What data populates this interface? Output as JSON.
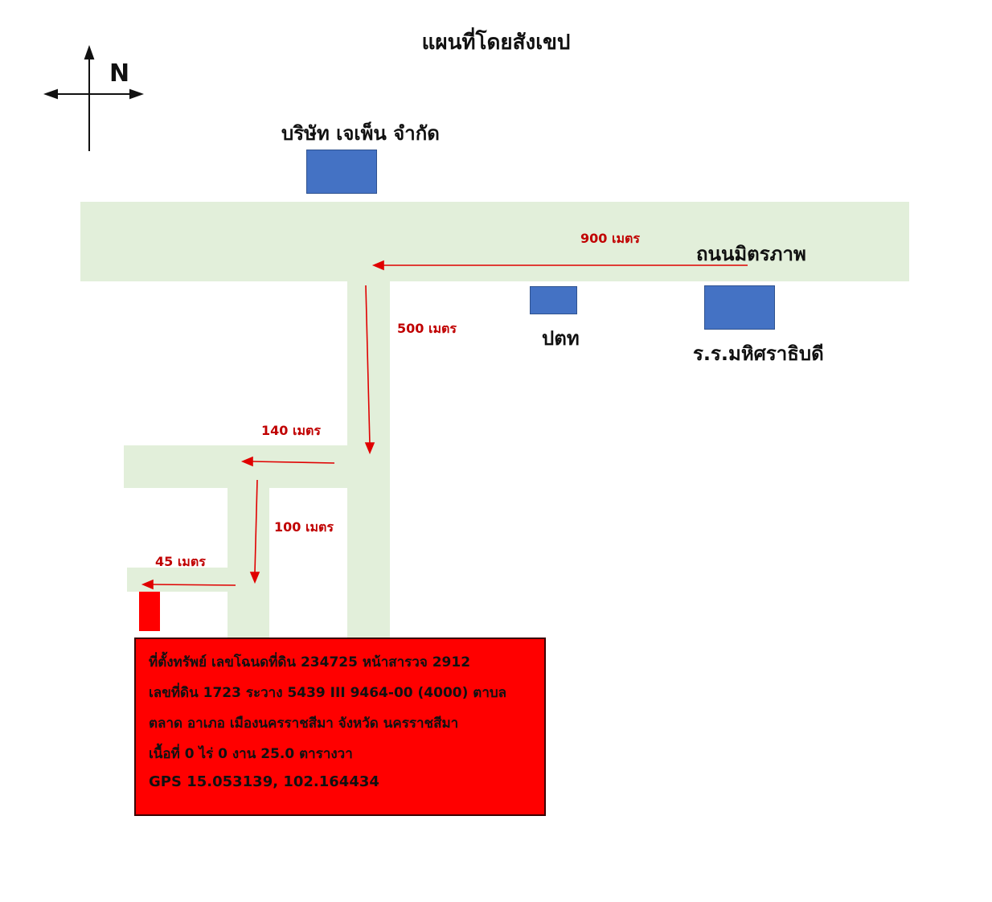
{
  "title": "แผนที่โดยสังเขป",
  "compass": {
    "label": "N",
    "icon": "north-arrow-icon"
  },
  "places": {
    "company": "บริษัท เจเพ็น จำกัด",
    "road_name": "ถนนมิตรภาพ",
    "post_office": "ปตท",
    "school": "ร.ร.มหิศราธิบดี"
  },
  "distances": {
    "d900": "900 เมตร",
    "d500": "500 เมตร",
    "d140": "140 เมตร",
    "d100": "100 เมตร",
    "d45": "45 เมตร"
  },
  "info": {
    "line1": "ที่ตั้งทรัพย์ เลขโฉนดที่ดิน 234725 หน้าสารวจ 2912",
    "line2": "เลขที่ดิน 1723 ระวาง 5439 III 9464-00 (4000) ตาบล",
    "line3": "ตลาด อาเภอ เมืองนครราชสีมา จังหวัด นครราชสีมา",
    "line4": "เนื้อที่ 0 ไร่ 0 งาน 25.0 ตารางวา",
    "gps": "GPS 15.053139, 102.164434"
  },
  "colors": {
    "road": "#e2efda",
    "building": "#4472c4",
    "arrow": "#e00000",
    "target": "#ff0000"
  }
}
